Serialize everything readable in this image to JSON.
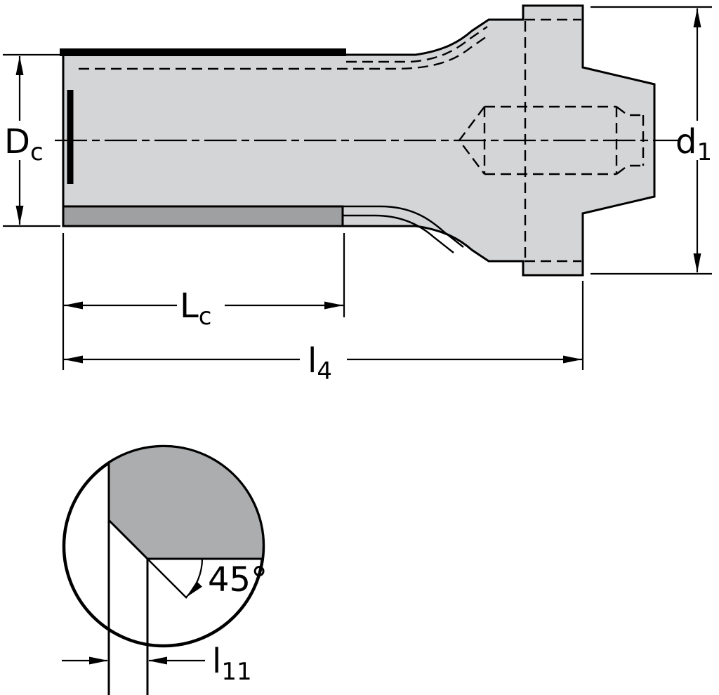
{
  "colors": {
    "background": "#ffffff",
    "line": "#000000",
    "body_fill": "#d4d5d6",
    "insert_fill": "#9fa0a2",
    "detail_fill": "#acadae"
  },
  "labels": {
    "dc": {
      "base": "D",
      "sub": "c"
    },
    "d1": {
      "base": "d",
      "sub": "1"
    },
    "lc": {
      "base": "L",
      "sub": "c"
    },
    "l4": {
      "base": "l",
      "sub": "4"
    },
    "l11": {
      "base": "l",
      "sub": "11"
    },
    "angle": "45°"
  }
}
